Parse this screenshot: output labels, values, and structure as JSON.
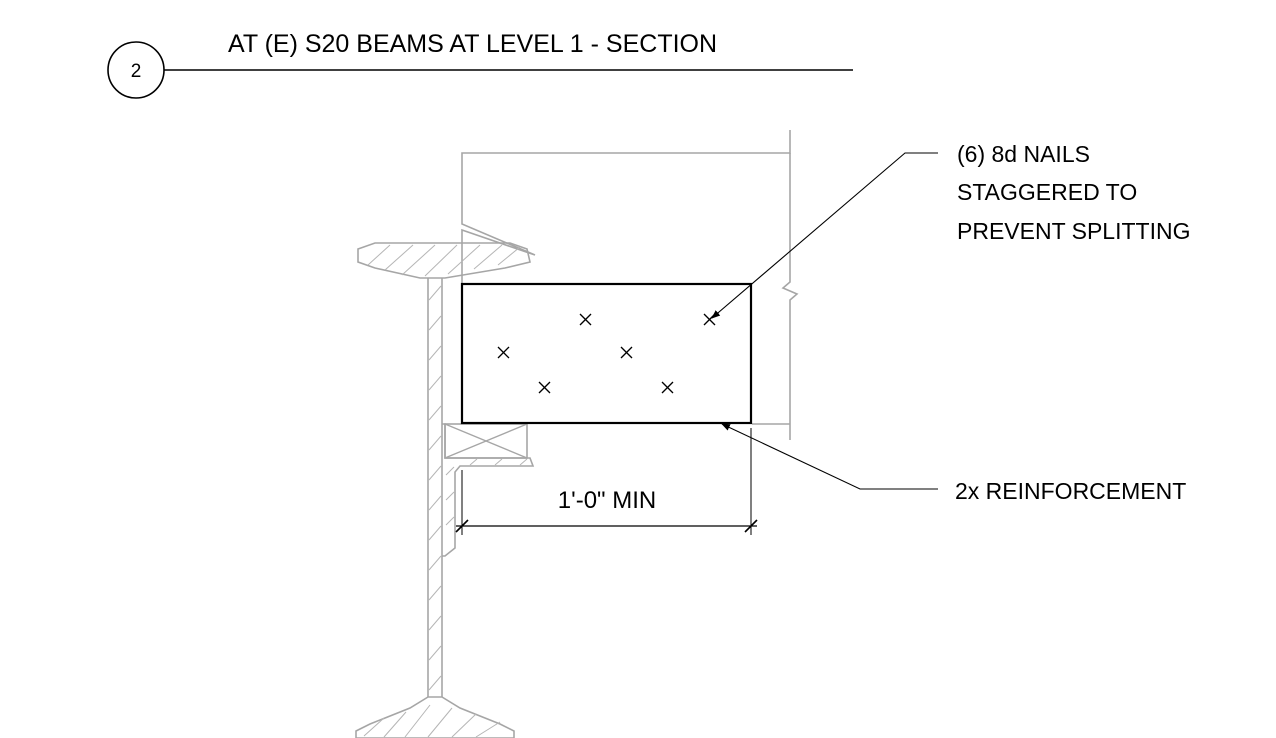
{
  "detail": {
    "number": "2",
    "title": "AT (E) S20 BEAMS AT LEVEL 1 - SECTION"
  },
  "notes": {
    "nails_line1": "(6) 8d NAILS",
    "nails_line2": "STAGGERED TO",
    "nails_line3": "PREVENT SPLITTING",
    "reinforcement": "2x REINFORCEMENT"
  },
  "dimension": {
    "label": "1'-0\" MIN"
  },
  "colors": {
    "existing_linework": "#a6a6a6",
    "new_linework": "#000000",
    "background": "#ffffff"
  }
}
